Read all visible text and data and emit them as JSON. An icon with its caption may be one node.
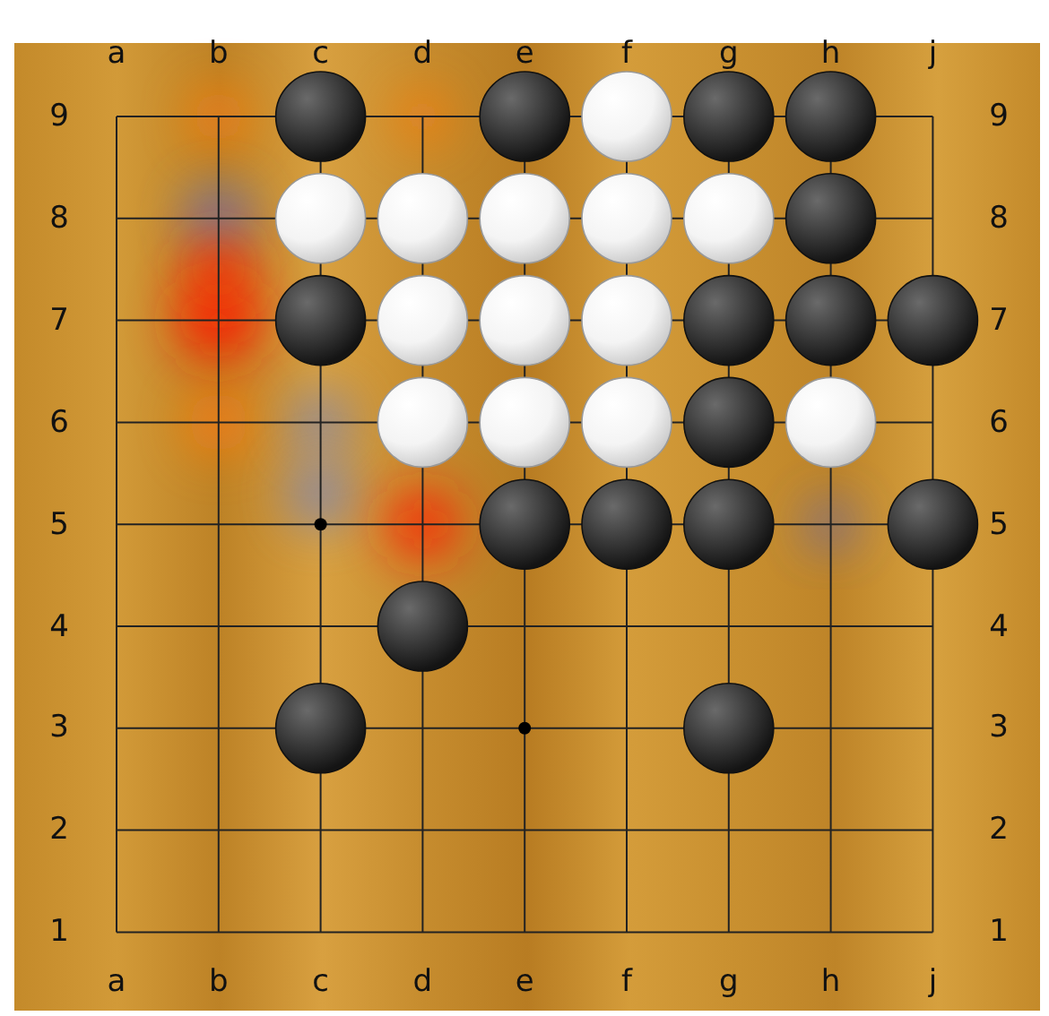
{
  "diagram": {
    "labels": [
      "a",
      "b",
      "c",
      "d",
      "e",
      "f",
      "g",
      "h",
      "j",
      "9",
      "9",
      "8",
      "8",
      "7",
      "7",
      "6",
      "6",
      "5",
      "5",
      "4",
      "4",
      "3",
      "3",
      "2",
      "2",
      "1",
      "1",
      "a",
      "b",
      "c",
      "d",
      "e",
      "f",
      "g",
      "h",
      "j"
    ]
  }
}
